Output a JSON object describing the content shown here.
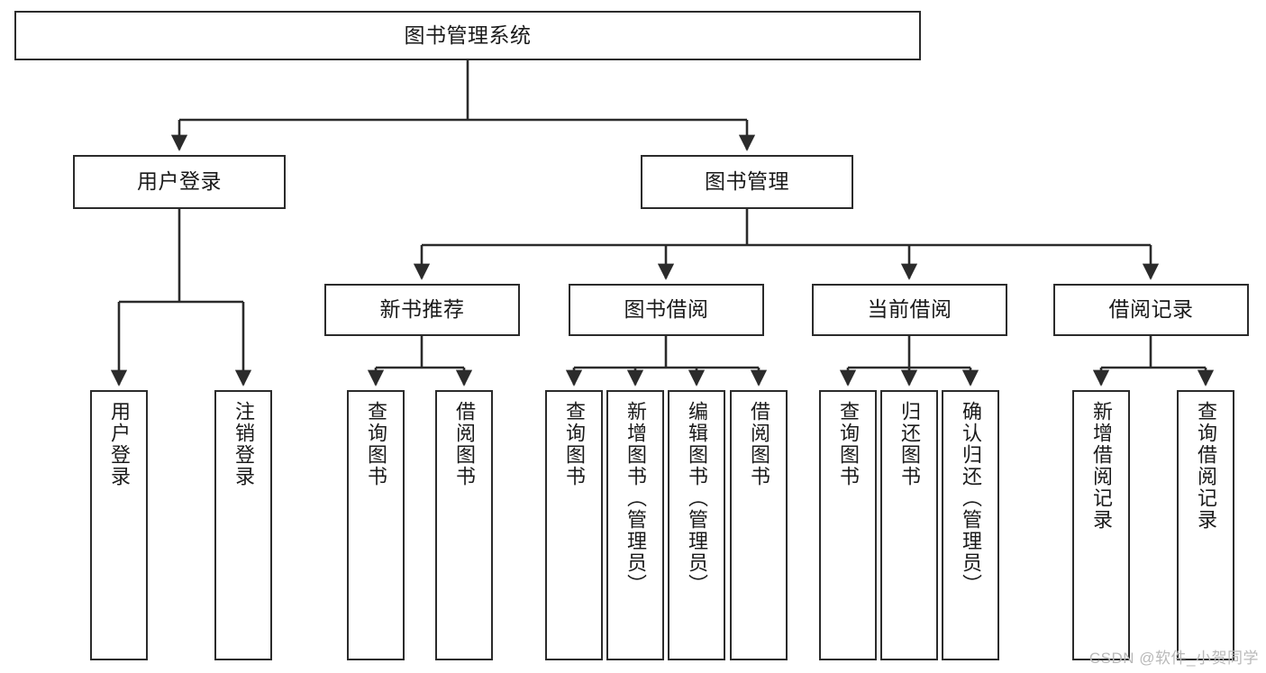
{
  "diagram": {
    "title": "图书管理系统",
    "type": "hierarchy-tree",
    "colors": {
      "box_border": "#2b2b2b",
      "box_fill": "#ffffff",
      "edge": "#2b2b2b",
      "text": "#1a1a1a",
      "watermark": "#b9b9b9",
      "background": "#ffffff"
    },
    "nodes": {
      "root": {
        "label": "图书管理系统"
      },
      "level2": [
        {
          "id": "user-login",
          "label": "用户登录"
        },
        {
          "id": "book-manage",
          "label": "图书管理"
        }
      ],
      "level3": [
        {
          "id": "new-book-recommend",
          "label": "新书推荐"
        },
        {
          "id": "book-borrow",
          "label": "图书借阅"
        },
        {
          "id": "current-borrow",
          "label": "当前借阅"
        },
        {
          "id": "borrow-record",
          "label": "借阅记录"
        }
      ],
      "leaves": {
        "user-login": [
          {
            "id": "leaf-user-login",
            "label": "用户登录"
          },
          {
            "id": "leaf-logout",
            "label": "注销登录"
          }
        ],
        "new-book-recommend": [
          {
            "id": "leaf-query-book-1",
            "label": "查询图书"
          },
          {
            "id": "leaf-borrow-book-1",
            "label": "借阅图书"
          }
        ],
        "book-borrow": [
          {
            "id": "leaf-query-book-2",
            "label": "查询图书"
          },
          {
            "id": "leaf-add-book",
            "label": "新增图书（管理员）"
          },
          {
            "id": "leaf-edit-book",
            "label": "编辑图书（管理员）"
          },
          {
            "id": "leaf-borrow-book-2",
            "label": "借阅图书"
          }
        ],
        "current-borrow": [
          {
            "id": "leaf-query-book-3",
            "label": "查询图书"
          },
          {
            "id": "leaf-return-book",
            "label": "归还图书"
          },
          {
            "id": "leaf-confirm-return",
            "label": "确认归还（管理员）"
          }
        ],
        "borrow-record": [
          {
            "id": "leaf-add-record",
            "label": "新增借阅记录"
          },
          {
            "id": "leaf-query-record",
            "label": "查询借阅记录"
          }
        ]
      }
    },
    "watermark": "CSDN @软件_小贺同学"
  }
}
